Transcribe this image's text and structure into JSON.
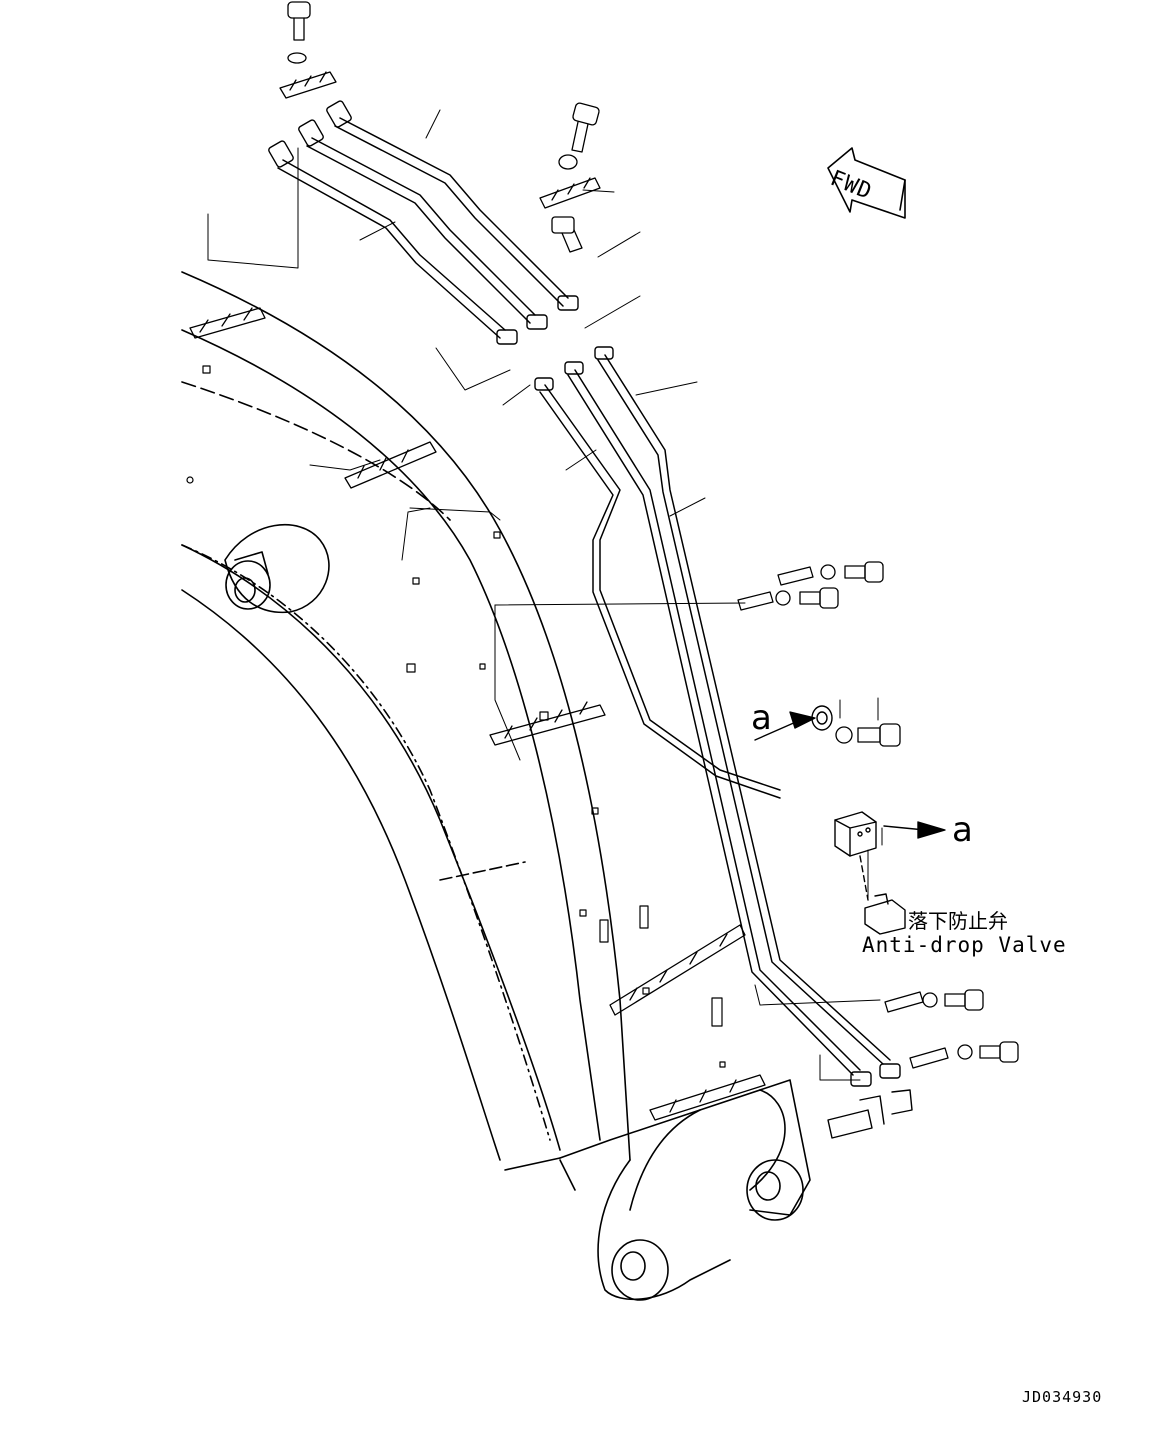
{
  "diagram": {
    "direction_marker": "FWD",
    "callout_from": "a",
    "callout_to": "a",
    "valve_label_cn": "落下防止弁",
    "valve_label_en": "Anti-drop Valve",
    "drawing_code": "JD034930"
  },
  "colors": {
    "line": "#000000",
    "background": "#ffffff"
  }
}
